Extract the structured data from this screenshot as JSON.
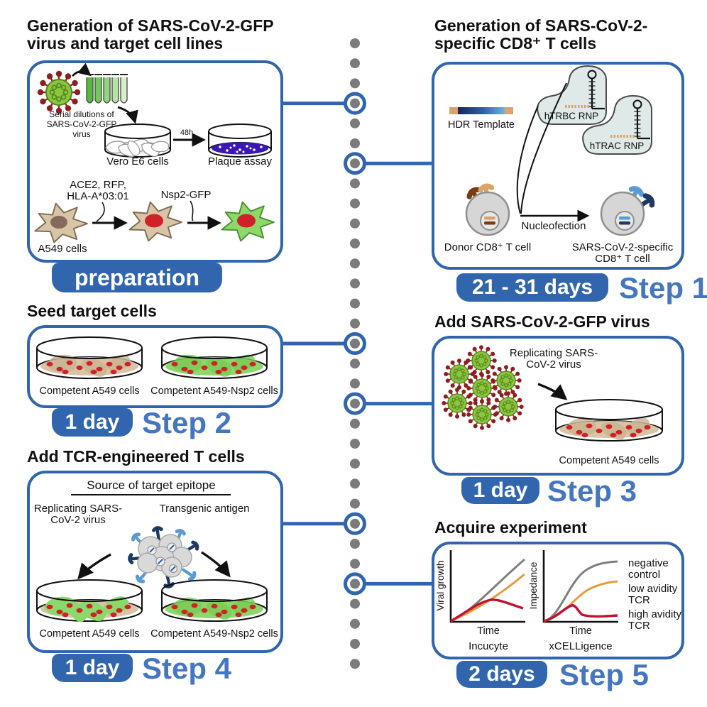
{
  "palette": {
    "box_border": "#3166ae",
    "badge_bg": "#3166ae",
    "step_label": "#4576c0",
    "timeline_dot": "#7b7b7b",
    "virus_green": "#8cc63e",
    "virus_spike": "#8e1f1f",
    "cell_tan": "#d8c5a8",
    "cell_green": "#8bd96b",
    "nucleus_red": "#cf2127",
    "nucleus_brown": "#85695a",
    "plaque_purple": "#3a18b8",
    "tcell_gray": "#d7d7d7",
    "tcr_light_brown": "#d9a468",
    "tcr_dark_brown": "#7a3b10",
    "tcr_light_blue": "#5b9bd5",
    "tcr_dark_blue": "#1f3864",
    "rnp_fill": "#dfe9e8",
    "plot_gray": "#7f7f7f",
    "plot_orange": "#e49b3c",
    "plot_red": "#c1122f"
  },
  "prep": {
    "title1": "Generation of SARS-CoV-2-GFP",
    "title2": "virus and target cell lines",
    "serial1": "Serial dilutions of",
    "serial2": "SARS-CoV-2-GFP",
    "serial3": "virus",
    "hours": "48h",
    "vero": "Vero E6 cells",
    "plaque": "Plaque assay",
    "ace1": "ACE2, RFP,",
    "ace2": "HLA-A*03:01",
    "nsp": "Nsp2-GFP",
    "a549": "A549 cells",
    "badge": "preparation"
  },
  "step1": {
    "title1": "Generation of SARS-CoV-2-",
    "title2": "specific CD8⁺ T cells",
    "hdr": "HDR Template",
    "rnp1": "hTRBC RNP",
    "rnp2": "hTRAC RNP",
    "donor": "Donor CD8⁺ T cell",
    "nucleo": "Nucleofection",
    "spec1": "SARS-CoV-2-specific",
    "spec2": "CD8⁺ T cell",
    "badge": "21 - 31 days",
    "step": "Step 1"
  },
  "step2": {
    "title": "Seed target cells",
    "dish1": "Competent A549 cells",
    "dish2": "Competent A549-Nsp2 cells",
    "badge": "1 day",
    "step": "Step 2"
  },
  "step3": {
    "title": "Add SARS-CoV-2-GFP virus",
    "rep1": "Replicating SARS-",
    "rep2": "CoV-2 virus",
    "dish": "Competent A549 cells",
    "badge": "1 day",
    "step": "Step 3"
  },
  "step4": {
    "title": "Add TCR-engineered T cells",
    "source": "Source of target epitope",
    "rep1": "Replicating SARS-",
    "rep2": "CoV-2 virus",
    "transgenic": "Transgenic antigen",
    "dish1": "Competent A549 cells",
    "dish2": "Competent A549-Nsp2 cells",
    "badge": "1 day",
    "step": "Step 4"
  },
  "step5": {
    "title": "Acquire experiment",
    "plot1_y": "Viral growth",
    "plot1_x": "Time",
    "plot1_name": "Incucyte",
    "plot2_y": "Impedance",
    "plot2_x": "Time",
    "plot2_name": "xCELLigence",
    "leg1a": "negative",
    "leg1b": "control",
    "leg2a": "low avidity",
    "leg2b": "TCR",
    "leg3a": "high avidity",
    "leg3b": "TCR",
    "badge": "2 days",
    "step": "Step 5"
  }
}
